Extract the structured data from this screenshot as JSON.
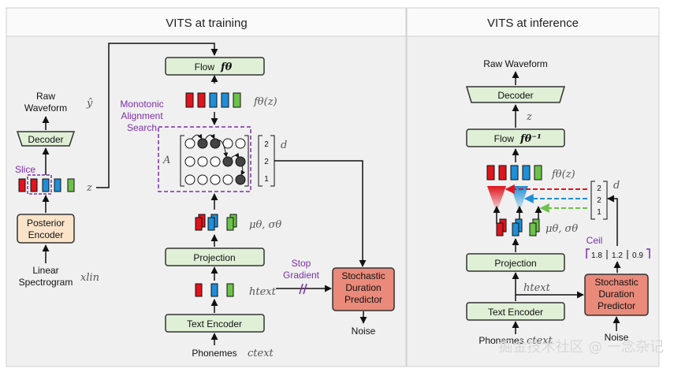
{
  "training": {
    "title": "VITS at training",
    "flow": "Flow",
    "flow_math": "fθ",
    "flow_out": "fθ(z)",
    "mas": [
      "Monotonic",
      "Alignment",
      "Search"
    ],
    "a_label": "A",
    "d_label": "d",
    "d_values": [
      "2",
      "2",
      "1"
    ],
    "mu_sigma": "μθ, σθ",
    "projection": "Projection",
    "stop_gradient": [
      "Stop",
      "Gradient"
    ],
    "h_text": "htext",
    "sdp": [
      "Stochastic",
      "Duration",
      "Predictor"
    ],
    "noise": "Noise",
    "text_encoder": "Text Encoder",
    "phonemes": "Phonemes",
    "c_text": "ctext",
    "raw_waveform": [
      "Raw",
      "Waveform"
    ],
    "y_hat": "ŷ",
    "decoder": "Decoder",
    "slice": "Slice",
    "z": "z",
    "posterior_encoder": [
      "Posterior",
      "Encoder"
    ],
    "linear_spectrogram": [
      "Linear",
      "Spectrogram"
    ],
    "x_lin": "xlin"
  },
  "inference": {
    "title": "VITS at inference",
    "raw_waveform": "Raw Waveform",
    "decoder": "Decoder",
    "z": "z",
    "flow": "Flow",
    "flow_math": "fθ⁻¹",
    "flow_out": "fθ(z)",
    "d_label": "d",
    "d_values": [
      "2",
      "2",
      "1"
    ],
    "mu_sigma": "μθ, σθ",
    "projection": "Projection",
    "ceil": "Ceil",
    "ceil_values": [
      "1.8",
      "1.2",
      "0.9"
    ],
    "h_text": "htext",
    "sdp": [
      "Stochastic",
      "Duration",
      "Predictor"
    ],
    "text_encoder": "Text Encoder",
    "noise": "Noise",
    "phonemes": "Phonemes",
    "c_text": "ctext"
  },
  "watermark": "掘金技术社区 @ 一念杂记",
  "colors": {
    "green_box": "#dff0d6",
    "box_stroke": "#333333",
    "peach_box": "#fbe3c9",
    "salmon_box": "#e98a7a",
    "red": "#e0141c",
    "blue": "#1e8fd8",
    "green": "#6cc24a",
    "purple": "#7b2fa6",
    "panel_bg": "#f0f0f0"
  }
}
